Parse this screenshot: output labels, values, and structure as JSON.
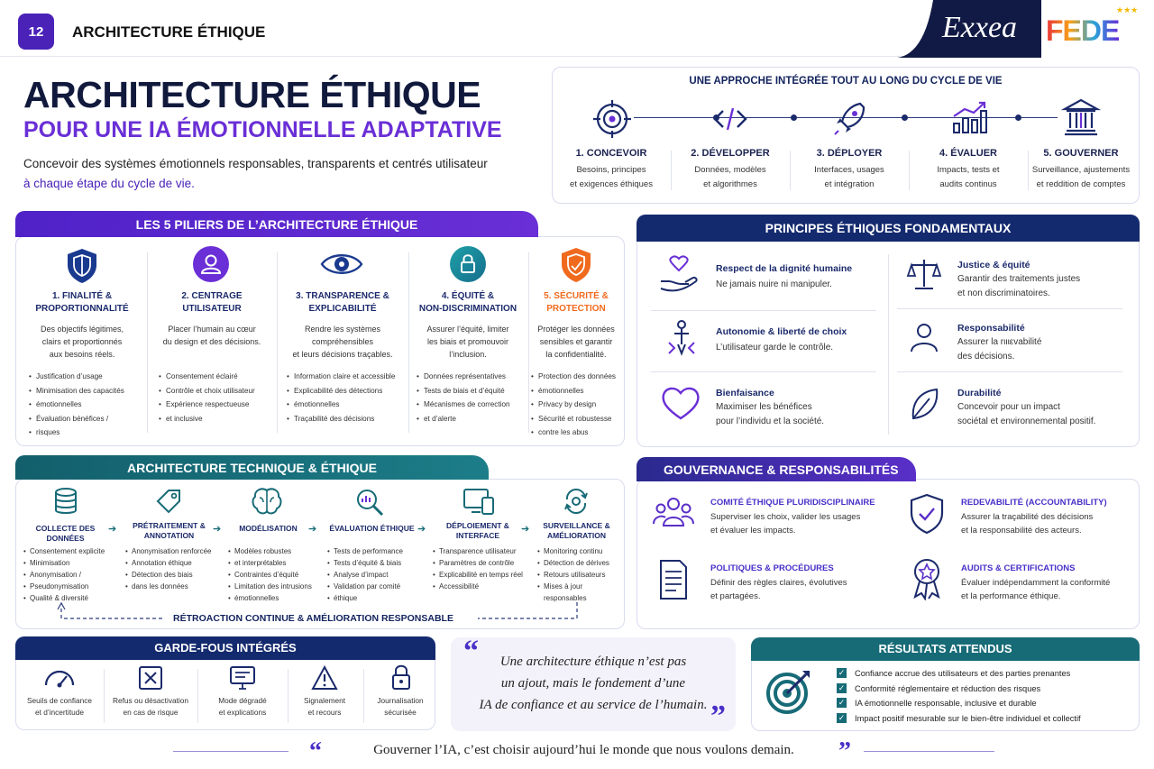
{
  "header": {
    "page_number": "12",
    "section_title": "ARCHITECTURE ÉTHIQUE",
    "brand_exxea": "Exxea",
    "brand_fede": "FEDE"
  },
  "hero": {
    "title": "ARCHITECTURE ÉTHIQUE",
    "subtitle": "POUR UNE IA ÉMOTIONNELLE ADAPTATIVE",
    "intro_line1": "Concevoir des systèmes émotionnels responsables, transparents et centrés utilisateur",
    "intro_line2": "à chaque étape du cycle de vie."
  },
  "lifecycle": {
    "title": "UNE APPROCHE INTÉGRÉE TOUT AU LONG DU CYCLE DE VIE",
    "steps": [
      {
        "title": "1. CONCEVOIR",
        "desc1": "Besoins, principes",
        "desc2": "et exigences éthiques",
        "icon": "target-icon"
      },
      {
        "title": "2. DÉVELOPPER",
        "desc1": "Données, modèles",
        "desc2": "et algorithmes",
        "icon": "code-icon"
      },
      {
        "title": "3. DÉPLOYER",
        "desc1": "Interfaces, usages",
        "desc2": "et intégration",
        "icon": "rocket-icon"
      },
      {
        "title": "4. ÉVALUER",
        "desc1": "Impacts, tests et",
        "desc2": "audits continus",
        "icon": "chart-icon"
      },
      {
        "title": "5. GOUVERNER",
        "desc1": "Surveillance, ajustements",
        "desc2": "et reddition de comptes",
        "icon": "institution-icon"
      }
    ]
  },
  "pillars": {
    "title": "LES 5 PILIERS DE L’ARCHITECTURE ÉTHIQUE",
    "items": [
      {
        "title1": "1. FINALITÉ &",
        "title2": "PROPORTIONNALITÉ",
        "desc": [
          "Des objectifs légitimes,",
          "clairs et proportionnés",
          "aux besoins réels."
        ],
        "bullets": [
          "Justification d’usage",
          "Minimisation des capacités",
          "émotionnelles",
          "Évaluation bénéfices /",
          "risques"
        ],
        "color": "#1a3a8f"
      },
      {
        "title1": "2. CENTRAGE",
        "title2": "UTILISATEUR",
        "desc": [
          "Placer l’humain au cœur",
          "du design et des décisions."
        ],
        "bullets": [
          "Consentement éclairé",
          "Contrôle et choix utilisateur",
          "Expérience respectueuse",
          "et inclusive"
        ],
        "color": "#6a2fd6"
      },
      {
        "title1": "3. TRANSPARENCE &",
        "title2": "EXPLICABILITÉ",
        "desc": [
          "Rendre les systèmes",
          "compréhensibles",
          "et leurs décisions traçables."
        ],
        "bullets": [
          "Information claire et accessible",
          "Explicabilité des détections",
          "émotionnelles",
          "Traçabilité des décisions"
        ],
        "color": "#1a3a8f"
      },
      {
        "title1": "4. ÉQUITÉ &",
        "title2": "NON-DISCRIMINATION",
        "desc": [
          "Assurer l’équité, limiter",
          "les biais et promouvoir",
          "l’inclusion."
        ],
        "bullets": [
          "Données représentatives",
          "Tests de biais et d’équité",
          "Mécanismes de correction",
          "et d’alerte"
        ],
        "color": "#1a8a9a"
      },
      {
        "title1": "5. SÉCURITÉ &",
        "title2": "PROTECTION",
        "desc": [
          "Protéger les données",
          "sensibles et garantir",
          "la confidentialité."
        ],
        "bullets": [
          "Protection des données",
          "émotionnelles",
          "Privacy by design",
          "Sécurité et robustesse",
          "contre les abus"
        ],
        "color": "#f06a1e"
      }
    ]
  },
  "principles": {
    "title": "PRINCIPES ÉTHIQUES FONDAMENTAUX",
    "items": [
      {
        "title": "Respect de la dignité humaine",
        "desc": [
          "Ne jamais nuire ni manipuler."
        ],
        "icon": "hand-heart-icon"
      },
      {
        "title": "Justice & équité",
        "desc": [
          "Garantir des traitements justes",
          "et non discriminatoires."
        ],
        "icon": "scales-icon"
      },
      {
        "title": "Autonomie & liberté de choix",
        "desc": [
          "L’utilisateur garde le contrôle."
        ],
        "icon": "person-arrows-icon"
      },
      {
        "title": "Responsabilité",
        "desc": [
          "Assurer la rιιιεvabilité",
          "des décisions."
        ],
        "icon": "user-icon"
      },
      {
        "title": "Bienfaisance",
        "desc": [
          "Maximiser les bénéfices",
          "pour l’individu et la société."
        ],
        "icon": "heart-icon"
      },
      {
        "title": "Durabilité",
        "desc": [
          "Concevoir pour un impact",
          "sociétal et environnemental positif."
        ],
        "icon": "leaf-icon"
      }
    ]
  },
  "technical": {
    "title": "ARCHITECTURE TECHNIQUE & ÉTHIQUE",
    "stages": [
      {
        "title": [
          "COLLECTE DES DONNÉES"
        ],
        "bullets": [
          "Consentement explicite",
          "Minimisation",
          "Anonymisation /",
          "Pseudonymisation",
          "Qualité & diversité"
        ],
        "icon": "database-icon"
      },
      {
        "title": [
          "PRÉTRAITEMENT &",
          "ANNOTATION"
        ],
        "bullets": [
          "Anonymisation renforcée",
          "Annotation éthique",
          "Détection des biais",
          "dans les données"
        ],
        "icon": "tag-icon"
      },
      {
        "title": [
          "MODÉLISATION"
        ],
        "bullets": [
          "Modèles robustes",
          "et interprétables",
          "Contraintes d’équité",
          "Limitation des intrusions",
          "émotionnelles"
        ],
        "icon": "brain-icon"
      },
      {
        "title": [
          "ÉVALUATION ÉTHIQUE"
        ],
        "bullets": [
          "Tests de performance",
          "Tests d’équité & biais",
          "Analyse d’impact",
          "Validation par comité",
          "éthique"
        ],
        "icon": "magnifier-icon"
      },
      {
        "title": [
          "DÉPLOIEMENT &",
          "INTERFACE"
        ],
        "bullets": [
          "Transparence utilisateur",
          "Paramètres de contrôle",
          "Explicabilité en temps réel",
          "Accessibilité"
        ],
        "icon": "devices-icon"
      },
      {
        "title": [
          "SURVEILLANCE &",
          "AMÉLIORATION"
        ],
        "bullets": [
          "Monitoring continu",
          "Détection de dérives",
          "Retours utilisateurs",
          "Mises à jour responsables"
        ],
        "icon": "cycle-gear-icon"
      }
    ],
    "feedback": "RÉTROACTION CONTINUE & AMÉLIORATION RESPONSABLE"
  },
  "governance": {
    "title": "GOUVERNANCE & RESPONSABILITÉS",
    "items": [
      {
        "title": "COMITÉ ÉTHIQUE PLURIDISCIPLINAIRE",
        "desc": [
          "Superviser les choix, valider les usages",
          "et évaluer les impacts."
        ],
        "icon": "group-icon"
      },
      {
        "title": "REDEVABILITÉ (ACCOUNTABILITY)",
        "desc": [
          "Assurer la traçabilité des décisions",
          "et la responsabilité des acteurs."
        ],
        "icon": "shield-check-icon"
      },
      {
        "title": "POLITIQUES & PROCÉDURES",
        "desc": [
          "Définir des règles claires, évolutives",
          "et partagées."
        ],
        "icon": "document-icon"
      },
      {
        "title": "AUDITS & CERTIFICATIONS",
        "desc": [
          "Évaluer indépendamment la conformité",
          "et la performance éthique."
        ],
        "icon": "award-icon"
      }
    ]
  },
  "safeguards": {
    "title": "GARDE-FOUS INTÉGRÉS",
    "items": [
      {
        "label": [
          "Seuils de confiance",
          "et d’incertitude"
        ],
        "icon": "gauge-icon"
      },
      {
        "label": [
          "Refus ou désactivation",
          "en cas de risque"
        ],
        "icon": "close-box-icon"
      },
      {
        "label": [
          "Mode dégradé",
          "et explications"
        ],
        "icon": "monitor-text-icon"
      },
      {
        "label": [
          "Signalement",
          "et recours"
        ],
        "icon": "warning-icon"
      },
      {
        "label": [
          "Journalisation",
          "sécurisée"
        ],
        "icon": "lock-icon"
      }
    ]
  },
  "quote": {
    "line1": "Une architecture éthique n’est pas",
    "line2": "un ajout, mais le fondement d’une",
    "line3": "IA de confiance et au service de l’humain."
  },
  "results": {
    "title": "RÉSULTATS ATTENDUS",
    "items": [
      "Confiance accrue des utilisateurs et des parties prenantes",
      "Conformité réglementaire et réduction des risques",
      "IA émotionnelle responsable, inclusive et durable",
      "Impact positif mesurable sur le bien-être individuel et collectif"
    ]
  },
  "footer": {
    "quote": "Gouverner l’IA, c’est choisir aujourd’hui le monde que nous voulons demain."
  },
  "colors": {
    "navy": "#142a6e",
    "purple": "#6a2fd6",
    "teal": "#176b77",
    "orange": "#f06a1e"
  }
}
